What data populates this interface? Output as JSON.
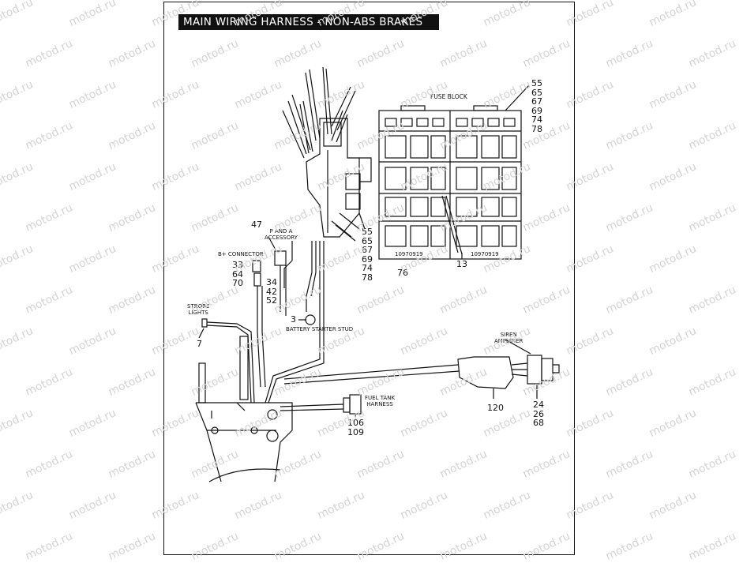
{
  "title": "MAIN WIRING  HARNESS - NON-ABS BRAKES",
  "watermark": "motod.ru",
  "labels": {
    "fuse_block": "FUSE BLOCK",
    "p_and_a": [
      "P AND A",
      "ACCESSORY"
    ],
    "b_plus": "B+ CONNECTOR",
    "strobe": [
      "STROBE",
      "LIGHTS"
    ],
    "battery": "BATTERY STARTER STUD",
    "fuel_tank": [
      "FUEL TANK",
      "HARNESS"
    ],
    "siren": [
      "SIREN",
      "AMPLIFIER"
    ]
  },
  "callouts": {
    "fuse_top": [
      "55",
      "65",
      "67",
      "69",
      "74",
      "78"
    ],
    "fuse_left": [
      "55",
      "65",
      "67",
      "69",
      "74",
      "78"
    ],
    "c13": "13",
    "c76": "76",
    "c47": "47",
    "c_b_plus": [
      "33",
      "64",
      "70"
    ],
    "c_p_and_a": [
      "34",
      "42",
      "52"
    ],
    "c3": "3",
    "c7": "7",
    "c_fuel": [
      "106",
      "109"
    ],
    "c120": "120",
    "c_siren": [
      "24",
      "26",
      "68"
    ]
  },
  "part_numbers": [
    "10970919",
    "10970919"
  ]
}
